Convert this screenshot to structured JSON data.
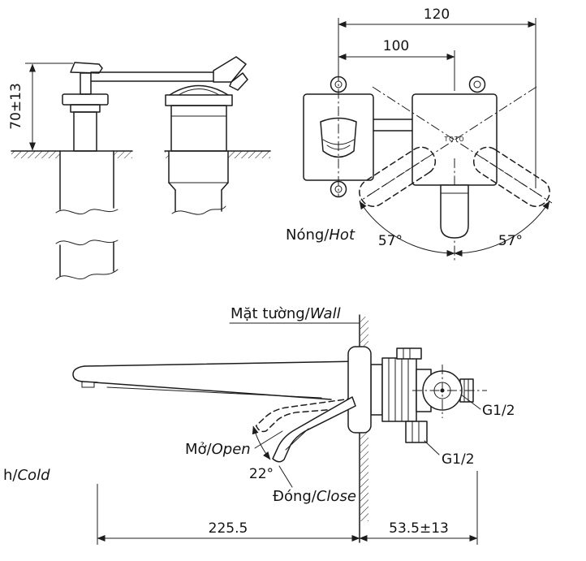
{
  "figure": {
    "line_color": "#1c1c1c",
    "background": "#ffffff"
  },
  "side_view_top": {
    "dim_height": "70±13"
  },
  "front_view": {
    "dim_outer": "120",
    "dim_inner": "100",
    "hot_vi": "Nóng/",
    "hot_en": "Hot",
    "angle_left": "57°",
    "angle_right": "57°",
    "brand": "TOTO"
  },
  "wall_view": {
    "wall_vi": "Mặt tường/",
    "wall_en": "Wall",
    "open_vi": "Mở/",
    "open_en": "Open",
    "open_angle": "22°",
    "close_vi": "Đóng/",
    "close_en": "Close",
    "cold_vi": "h/",
    "cold_en": "Cold",
    "thread_top": "G1/2",
    "thread_bottom": "G1/2",
    "dim_spout": "225.5",
    "dim_depth": "53.5±13"
  }
}
